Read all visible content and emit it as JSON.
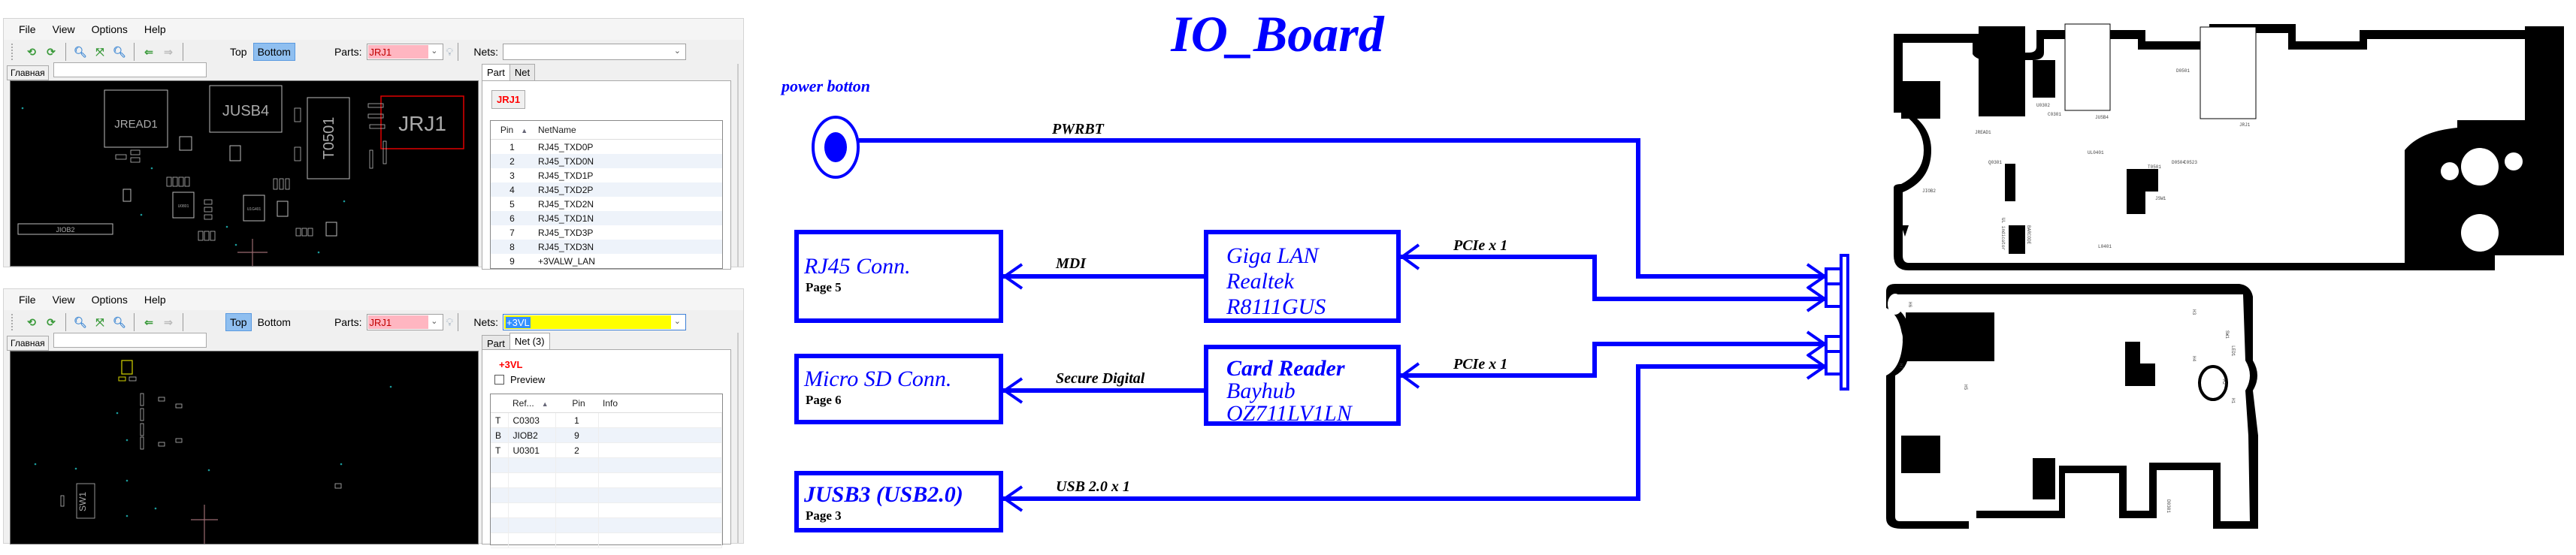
{
  "viewer_top": {
    "menu": [
      "File",
      "View",
      "Options",
      "Help"
    ],
    "toolbar": {
      "side_top": "Top",
      "side_bottom": "Bottom",
      "active_side": "Bottom",
      "parts_label": "Parts:",
      "parts_value": "JRJ1",
      "nets_label": "Nets:",
      "nets_value": ""
    },
    "view_tab": "Главная",
    "tabs": [
      "Part",
      "Net"
    ],
    "active_tab": "Part",
    "part_badge": "JRJ1",
    "table": {
      "columns": [
        "Pin",
        "NetName"
      ],
      "rows": [
        {
          "pin": "1",
          "net": "RJ45_TXD0P"
        },
        {
          "pin": "2",
          "net": "RJ45_TXD0N"
        },
        {
          "pin": "3",
          "net": "RJ45_TXD1P"
        },
        {
          "pin": "4",
          "net": "RJ45_TXD2P"
        },
        {
          "pin": "5",
          "net": "RJ45_TXD2N"
        },
        {
          "pin": "6",
          "net": "RJ45_TXD1N"
        },
        {
          "pin": "7",
          "net": "RJ45_TXD3P"
        },
        {
          "pin": "8",
          "net": "RJ45_TXD3N"
        },
        {
          "pin": "9",
          "net": "+3VALW_LAN"
        }
      ]
    },
    "board_labels": [
      "JREAD1",
      "JUSB4",
      "T0501",
      "JRJ1",
      "JIOB2",
      "U0801",
      "U1G401"
    ],
    "highlight_part": "JRJ1"
  },
  "viewer_bottom": {
    "menu": [
      "File",
      "View",
      "Options",
      "Help"
    ],
    "toolbar": {
      "side_top": "Top",
      "side_bottom": "Bottom",
      "active_side": "Top",
      "parts_label": "Parts:",
      "parts_value": "JRJ1",
      "nets_label": "Nets:",
      "nets_value": "+3VL"
    },
    "view_tab": "Главная",
    "tabs": [
      "Part",
      "Net (3)"
    ],
    "active_tab": "Net (3)",
    "net_name": "+3VL",
    "preview_label": "Preview",
    "preview_checked": false,
    "table": {
      "columns": [
        "",
        "Ref...",
        "Pin",
        "Info"
      ],
      "rows": [
        {
          "side": "T",
          "ref": "C0303",
          "pin": "1",
          "info": ""
        },
        {
          "side": "B",
          "ref": "JIOB2",
          "pin": "9",
          "info": ""
        },
        {
          "side": "T",
          "ref": "U0301",
          "pin": "2",
          "info": ""
        }
      ]
    },
    "board_labels": [
      "SW1"
    ]
  },
  "diagram": {
    "title": "IO_Board",
    "power_label": "power botton",
    "signals": {
      "pwrbt": "PWRBT",
      "mdi": "MDI",
      "sd": "Secure Digital",
      "pcie1": "PCIe x 1",
      "pcie2": "PCIe x 1",
      "usb": "USB 2.0 x 1"
    },
    "blocks": {
      "rj45": {
        "title": "RJ45 Conn.",
        "page": "Page 5"
      },
      "microsd": {
        "title": "Micro SD Conn.",
        "page": "Page 6"
      },
      "jusb3": {
        "title": "JUSB3  (USB2.0)",
        "page": "Page 3"
      },
      "lan": {
        "line1": "Giga LAN",
        "line2": "Realtek",
        "line3": "R8111GUS"
      },
      "card": {
        "line1": "Card Reader",
        "line2": "Bayhub",
        "line3": "OZ711LV1LN"
      }
    },
    "color": "#0000ff"
  },
  "pcb_silkscreen": {
    "top_labels": [
      "JREAD1",
      "JUSB4",
      "JRJ1",
      "U0302",
      "C0301",
      "D0501",
      "D0504",
      "C0523",
      "T0501",
      "JSW1",
      "JIOB2",
      "Q0301",
      "UL0401",
      "L0401",
      "UL indicator",
      "BARCODE"
    ],
    "bottom_labels": [
      "SW1",
      "LED1",
      "H1",
      "H2",
      "H3",
      "H4",
      "H5",
      "H6",
      "H7",
      "D0301"
    ]
  }
}
